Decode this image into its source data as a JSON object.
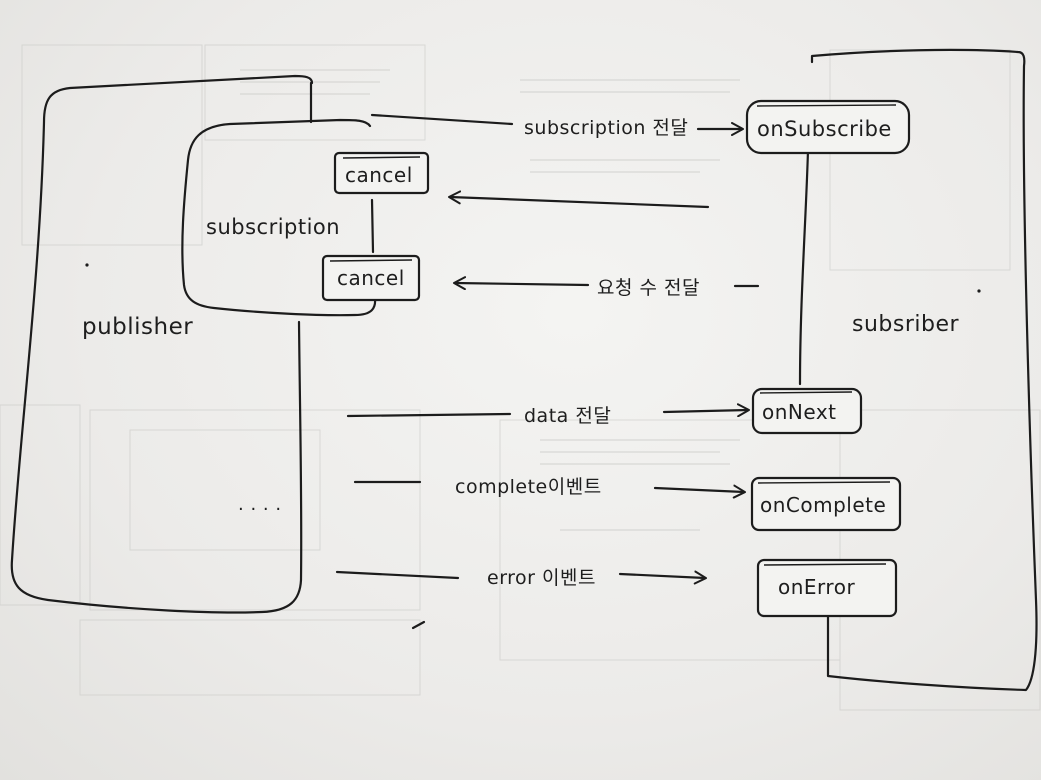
{
  "publisher": {
    "label": "publisher"
  },
  "subscription": {
    "label": "subscription",
    "cancel_top": "cancel",
    "cancel_bottom": "cancel"
  },
  "subscriber": {
    "label": "subsriber",
    "on_subscribe": "onSubscribe",
    "on_next": "onNext",
    "on_complete": "onComplete",
    "on_error": "onError"
  },
  "arrows": {
    "subscription_pass": "subscription 전달",
    "request_count_pass": "요청 수 전달",
    "data_pass": "data 전달",
    "complete_event": "complete이벤트",
    "error_event": "error 이벤트"
  },
  "annotations": {
    "ellipsis": ". . . ."
  },
  "colors": {
    "ink": "#1c1c1c",
    "paper": "#f1f1ef"
  }
}
